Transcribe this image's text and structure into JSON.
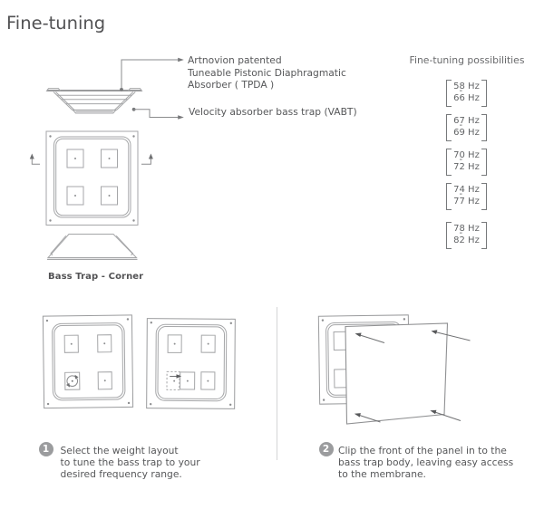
{
  "page": {
    "title": "Fine-tuning"
  },
  "top_diagram": {
    "tpda_label_line1": "Artnovion patented",
    "tpda_label_line2": "Tuneable Pistonic Diaphragmatic",
    "tpda_label_line3": "Absorber ( TPDA )",
    "vabt_label": "Velocity absorber bass trap (VABT)",
    "caption": "Bass Trap - Corner"
  },
  "possibilities": {
    "heading": "Fine-tuning possibilities",
    "separator": "-",
    "ranges": [
      {
        "from": "58 Hz",
        "to": "66 Hz"
      },
      {
        "from": "67 Hz",
        "to": "69 Hz"
      },
      {
        "from": "70 Hz",
        "to": "72 Hz"
      },
      {
        "from": "74 Hz",
        "to": "77 Hz"
      },
      {
        "from": "78 Hz",
        "to": "82 Hz"
      }
    ]
  },
  "steps": [
    {
      "number": "1",
      "lines": [
        "Select the weight layout",
        "to tune the bass trap to your",
        "desired frequency range."
      ]
    },
    {
      "number": "2",
      "lines": [
        "Clip the front of the panel in to the",
        "bass trap body, leaving easy access",
        "to the membrane."
      ]
    }
  ],
  "colors": {
    "text": "#58585a",
    "line_art": "#a5a6a8",
    "badge": "#9b9c9e",
    "divider": "#d4d5d6"
  }
}
